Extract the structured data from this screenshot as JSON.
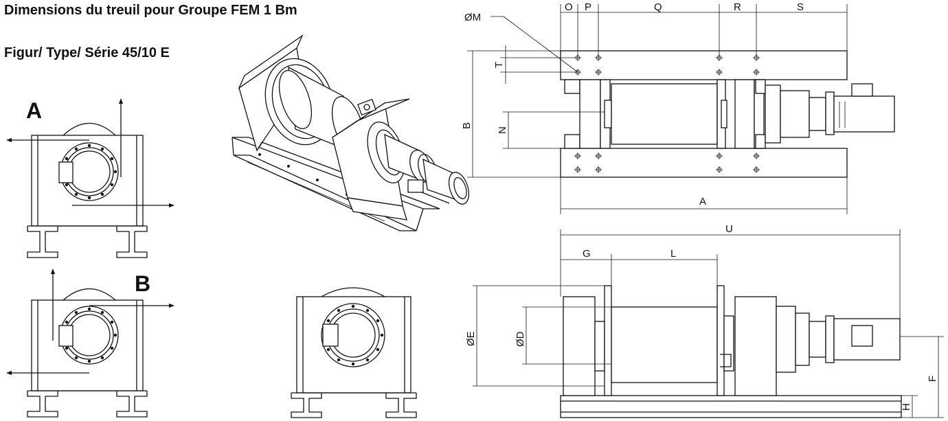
{
  "heading": {
    "title": "Dimensions du treuil pour Groupe FEM 1 Bm",
    "subtitle": "Figur/ Type/ Série 45/10 E"
  },
  "views": {
    "mount_a": "A",
    "mount_b": "B"
  },
  "dimensions": {
    "O": "O",
    "P": "P",
    "Q": "Q",
    "R": "R",
    "S": "S",
    "T": "T",
    "B": "B",
    "N": "N",
    "A": "A",
    "M": "ØM",
    "U": "U",
    "G": "G",
    "L": "L",
    "E": "ØE",
    "D": "ØD",
    "F": "F",
    "H": "H"
  }
}
